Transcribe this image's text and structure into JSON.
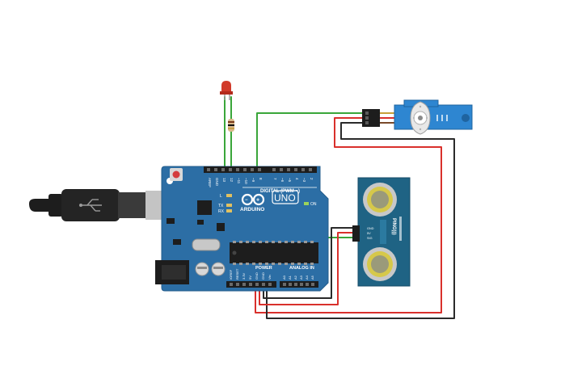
{
  "board": {
    "brand": "ARDUINO",
    "model": "UNO",
    "digital_label": "DIGITAL (PWM ~)",
    "power_label": "POWER",
    "analog_label": "ANALOG IN",
    "on_label": "ON",
    "l_label": "L",
    "tx_label": "TX",
    "rx_label": "RX",
    "aref_label": "AREF",
    "gnd_label": "GND",
    "digital_pins": [
      "13",
      "12",
      "~11",
      "~10",
      "~9",
      "8",
      "7",
      "~6",
      "~5",
      "4",
      "~3",
      "2",
      "TX 1",
      "RX 0"
    ],
    "power_pins": [
      "IOREF",
      "RESET",
      "3.3V",
      "5V",
      "GND",
      "GND",
      "Vin"
    ],
    "analog_pins": [
      "A0",
      "A1",
      "A2",
      "A3",
      "A4",
      "A5"
    ]
  },
  "sensor": {
    "model": "PING)))",
    "pins": [
      "SIG",
      "5V",
      "GND"
    ]
  },
  "colors": {
    "board": "#2c6ea5",
    "wire_green": "#3aa63a",
    "wire_red": "#d9302c",
    "wire_black": "#2a2a2a",
    "sensor_pcb": "#1f6384",
    "servo_body": "#2e86d1"
  },
  "icons": {
    "usb": "usb-cable-icon",
    "infinity": "arduino-infinity-logo-icon"
  }
}
